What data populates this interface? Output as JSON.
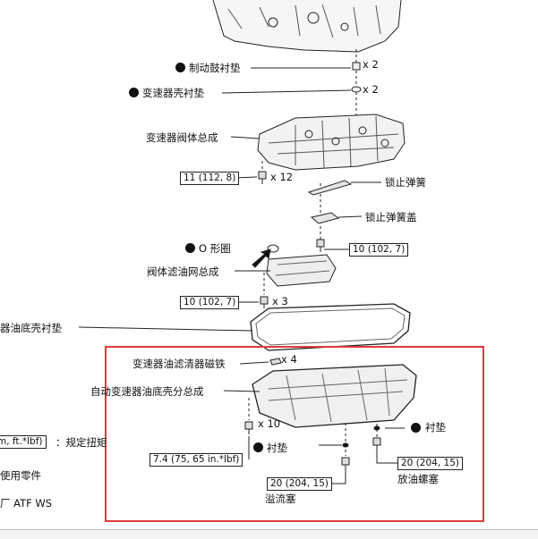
{
  "labels": {
    "brake_drum_gasket": "制动鼓衬垫",
    "case_gasket": "变速器壳衬垫",
    "valve_body": "变速器阀体总成",
    "lock_spring": "锁止弹簧",
    "lock_spring_cover": "锁止弹簧盖",
    "o_ring": "O 形圈",
    "strainer": "阀体滤油网总成",
    "pan_gasket": "器油底壳衬垫",
    "magnet": "变速器油滤清器磁铁",
    "oil_pan": "自动变速器油底壳分总成",
    "gasket_right": "衬垫",
    "gasket_left": "衬垫",
    "overflow_plug": "溢流塞",
    "drain_plug": "放油螺塞"
  },
  "quantities": {
    "brake_drum": "x 2",
    "case_gasket": "x 2",
    "valve_bolts": "x 12",
    "strainer_bolts": "x 3",
    "magnet": "x 4",
    "pan_bolts": "x 10"
  },
  "torques": {
    "valve_body": "11 (112, 8)",
    "lock_spring": "10 (102, 7)",
    "strainer": "10 (102, 7)",
    "pan": "7.4 (75, 65 in.*lbf)",
    "overflow": "20 (204, 15)",
    "drain": "20 (204, 15)"
  },
  "legend": {
    "torque_box": "m, ft.*lbf)",
    "torque_text": "：规定扭矩",
    "parts_text": "使用零件",
    "fluid_text": "厂 ATF WS"
  },
  "colors": {
    "highlight_frame": "#e03a3a",
    "ink": "#111111"
  }
}
